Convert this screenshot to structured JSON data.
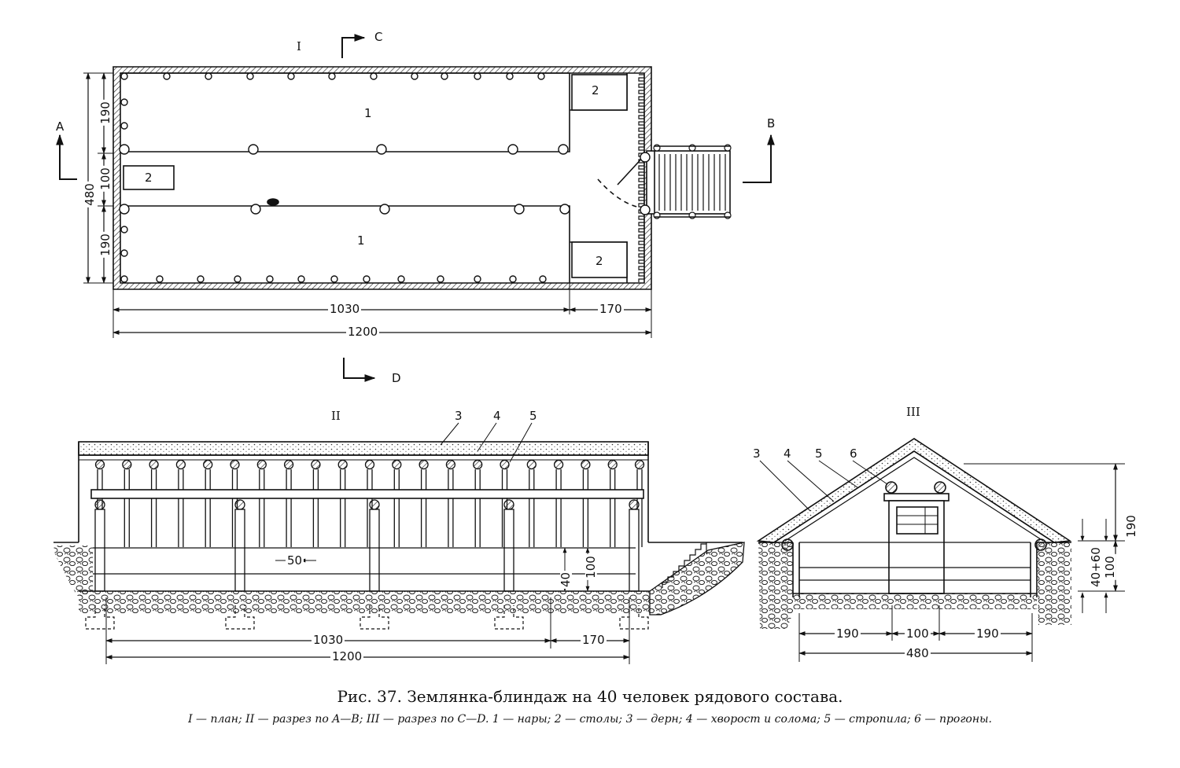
{
  "caption": {
    "title": "Рис. 37. Землянка-блиндаж на 40 человек рядового состава.",
    "legend": "I — план; II — разрез по A—B; III — разрез по C—D. 1 — нары; 2 — столы; 3 — дерн; 4 — хворост и солома; 5 — стропила; 6 — прогоны."
  },
  "plan": {
    "view_label": "I",
    "section_c": "C",
    "section_d": "D",
    "section_a": "A",
    "section_b": "B",
    "bunk_label": "1",
    "table_label": "2",
    "dims": {
      "side_190_top": "190",
      "center_100": "100",
      "side_190_bottom": "190",
      "total_width_480": "480",
      "length_1030": "1030",
      "entry_170": "170",
      "total_1200": "1200"
    }
  },
  "section_ab": {
    "view_label": "II",
    "marker_3": "3",
    "marker_4": "4",
    "marker_5": "5",
    "dims": {
      "spacing_50": "50",
      "height_40": "40",
      "height_100": "100",
      "length_1030": "1030",
      "entry_170": "170",
      "total_1200": "1200"
    }
  },
  "section_cd": {
    "view_label": "III",
    "marker_3": "3",
    "marker_4": "4",
    "marker_5": "5",
    "marker_6": "6",
    "dims": {
      "roof_190": "190",
      "bench_100": "100",
      "small_4060": "40+60",
      "left_190": "190",
      "center_100": "100",
      "right_190": "190",
      "total_480": "480"
    }
  }
}
